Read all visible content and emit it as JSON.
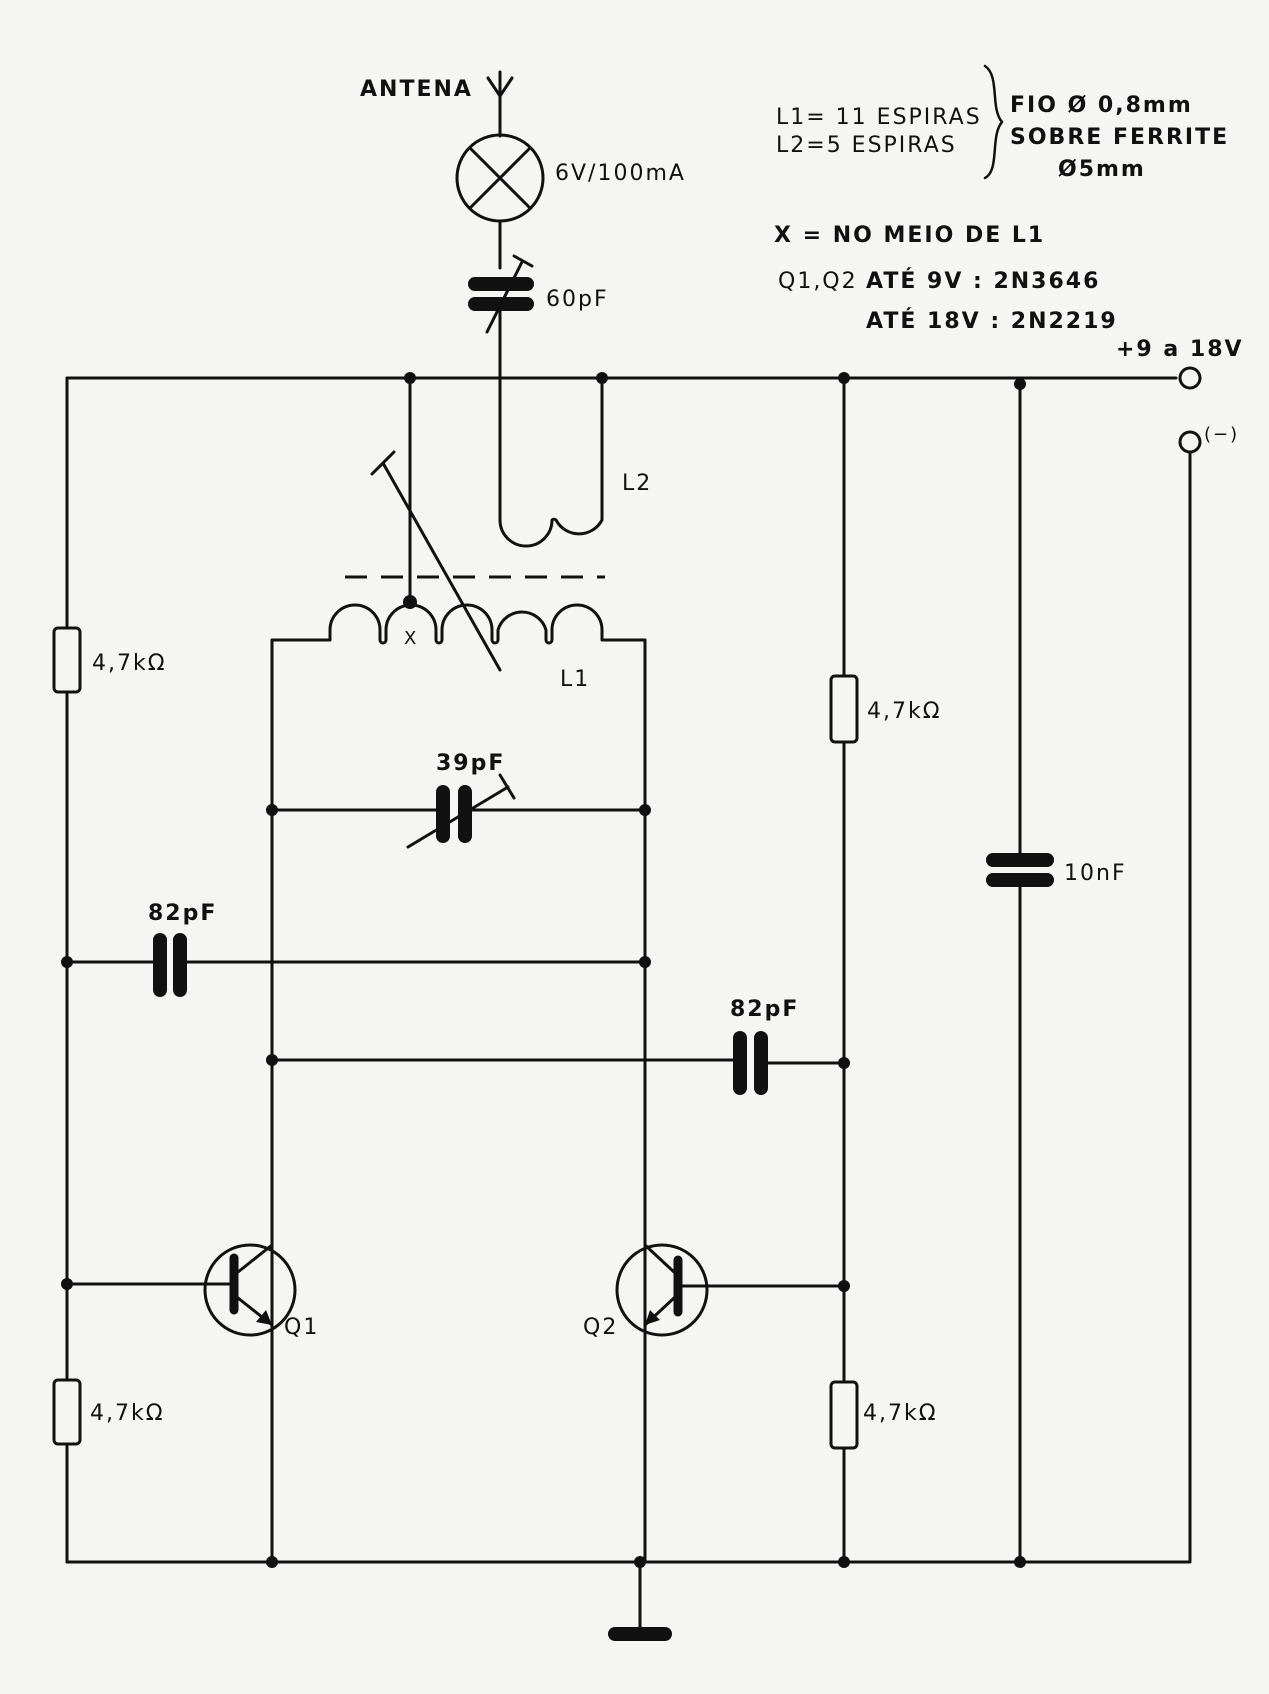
{
  "diagram": {
    "type": "circuit-schematic",
    "antenna": {
      "label": "ANTENA"
    },
    "lamp": {
      "label": "6V/100mA"
    },
    "trimmer_antenna": {
      "label": "60pF"
    },
    "inductors": {
      "l2": {
        "label": "L2"
      },
      "l1": {
        "label": "L1",
        "tap_label": "X"
      }
    },
    "trimmer_tank": {
      "label": "39pF"
    },
    "coupling_caps": [
      {
        "label": "82pF"
      },
      {
        "label": "82pF"
      }
    ],
    "bypass_cap": {
      "label": "10nF"
    },
    "resistors": [
      {
        "label": "4,7kΩ"
      },
      {
        "label": "4,7kΩ"
      },
      {
        "label": "4,7kΩ"
      },
      {
        "label": "4,7kΩ"
      }
    ],
    "transistors": [
      {
        "label": "Q1"
      },
      {
        "label": "Q2"
      }
    ],
    "supply": {
      "positive_label": "+9 a 18V",
      "negative_label": "(−)"
    },
    "notes": {
      "l1_turns": "L1= 11 ESPIRAS",
      "l2_turns": "L2=5 ESPIRAS",
      "wire": "FIO Ø 0,8mm",
      "core": "SOBRE FERRITE",
      "core_diameter": "Ø5mm",
      "tap_note": "X = NO MEIO DE L1",
      "transistor_note_prefix": "Q1,Q2",
      "transistor_9v": "ATÉ  9V : 2N3646",
      "transistor_18v": "ATÉ 18V : 2N2219"
    }
  }
}
